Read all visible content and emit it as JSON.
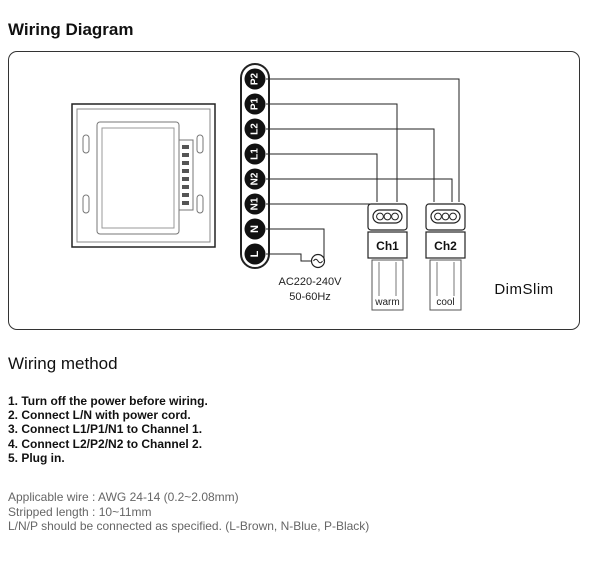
{
  "title": "Wiring Diagram",
  "diagram": {
    "terminals": [
      "P2",
      "P1",
      "L2",
      "L1",
      "N2",
      "N1",
      "N",
      "L"
    ],
    "power": {
      "voltage": "AC220-240V",
      "frequency": "50-60Hz"
    },
    "channels": [
      {
        "label": "Ch1",
        "caption": "warm"
      },
      {
        "label": "Ch2",
        "caption": "cool"
      }
    ],
    "brand": "DimSlim"
  },
  "method": {
    "title": "Wiring method",
    "steps": [
      "1. Turn off the power before wiring.",
      "2. Connect L/N with power cord.",
      "3. Connect L1/P1/N1 to Channel 1.",
      "4. Connect L2/P2/N2 to Channel 2.",
      "5. Plug in."
    ]
  },
  "notes": [
    "Applicable wire : AWG 24-14 (0.2~2.08mm)",
    "Stripped length : 10~11mm",
    "L/N/P should be connected as specified. (L-Brown, N-Blue, P-Black)"
  ]
}
